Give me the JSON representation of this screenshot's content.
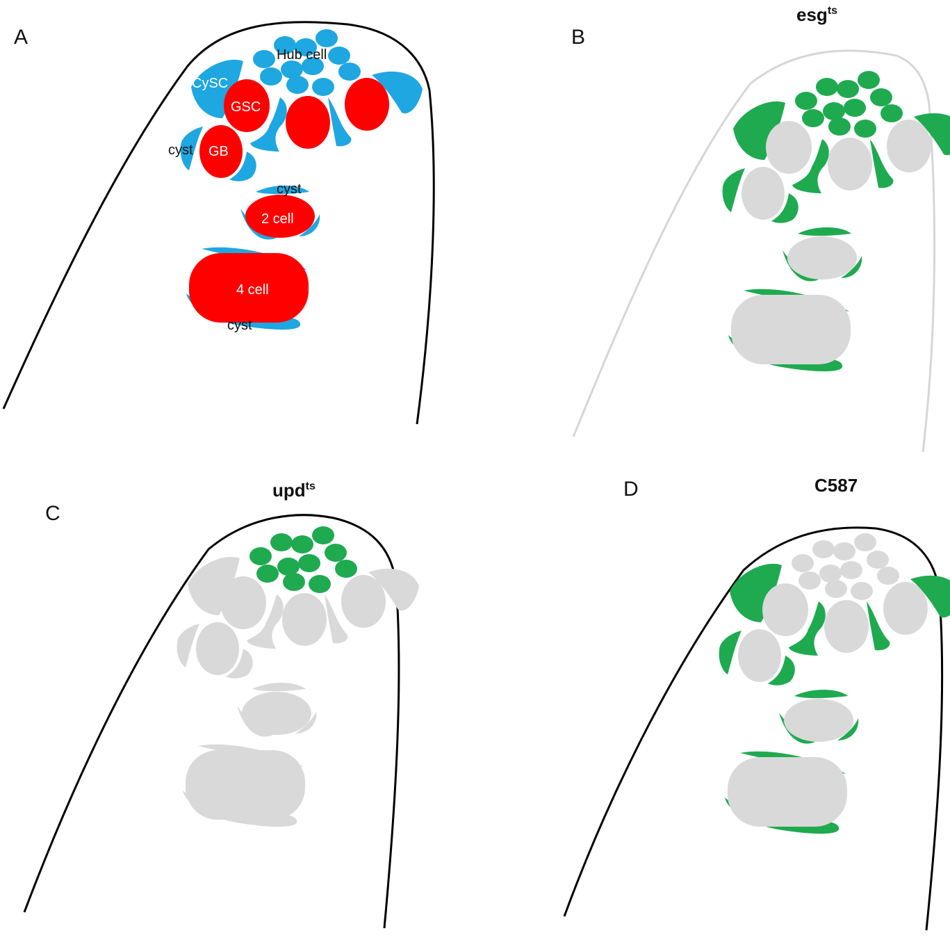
{
  "colors": {
    "hub_cyst": "#1ea7e1",
    "germline": "#ff0000",
    "green": "#1faa50",
    "grey": "#d9d9d9",
    "outline": "#000000",
    "outline_light": "#d6d6d6"
  },
  "panels": {
    "A": {
      "letter": "A",
      "labels": {
        "hub_cell": "Hub cell",
        "cysc": "CySC",
        "gsc": "GSC",
        "cyst_left": "cyst",
        "gb": "GB",
        "cyst_mid": "cyst",
        "two_cell": "2 cell",
        "four_cell": "4 cell",
        "cyst_bottom": "cyst"
      }
    },
    "B": {
      "letter": "B",
      "title_main": "esg",
      "title_sup": "ts",
      "marked": "cyst"
    },
    "C": {
      "letter": "C",
      "title_main": "upd",
      "title_sup": "ts",
      "marked": "hub"
    },
    "D": {
      "letter": "D",
      "title_main": "C587",
      "title_sup": "",
      "marked": "cyst"
    }
  }
}
